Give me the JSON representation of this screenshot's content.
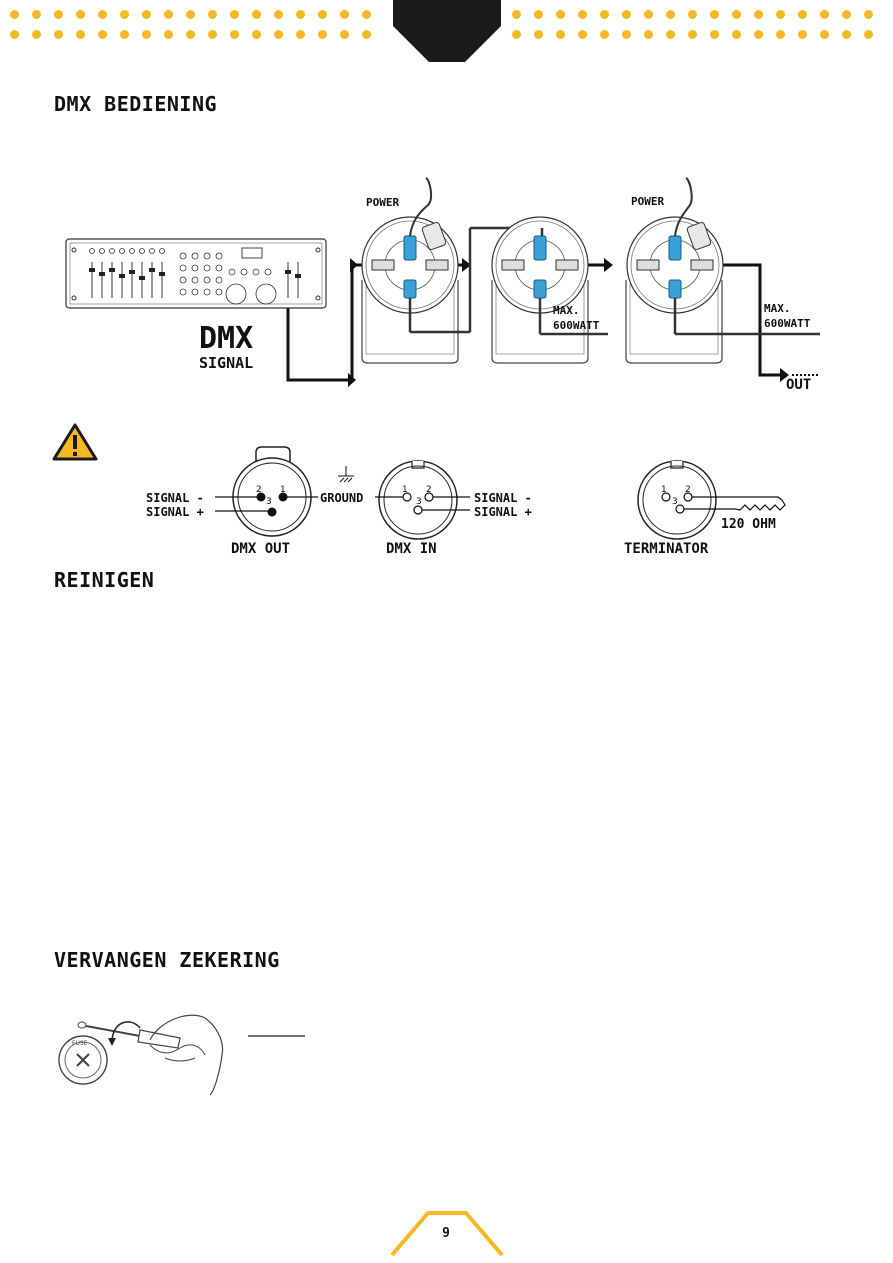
{
  "sections": {
    "dmx_title": "DMX BEDIENING",
    "cleaning_title": "REINIGEN",
    "fuse_title": "VERVANGEN ZEKERING"
  },
  "dmx_diagram": {
    "dmx_big": "DMX",
    "signal": "SIGNAL",
    "power_1": "POWER",
    "power_2": "POWER",
    "max_1": "MAX.",
    "watt_1": "600WATT",
    "max_2": "MAX.",
    "watt_2": "600WATT",
    "out": "OUT"
  },
  "pinout": {
    "signal_minus_left": "SIGNAL -",
    "signal_plus_left": "SIGNAL +",
    "ground": "GROUND",
    "signal_minus_right": "SIGNAL -",
    "signal_plus_right": "SIGNAL +",
    "dmx_out": "DMX OUT",
    "dmx_in": "DMX IN",
    "terminator": "TERMINATOR",
    "ohm": "120 OHM",
    "pin1": "1",
    "pin2": "2",
    "pin3": "3",
    "pin_t1": "1",
    "pin_t2": "2",
    "pin_t3": "3",
    "pin_o1": "1",
    "pin_o2": "2",
    "pin_o3": "3"
  },
  "fuse_icon_text": "FUSE",
  "page_number": "9",
  "colors": {
    "accent": "#f7b826",
    "dark": "#1a1a1a",
    "connector_blue": "#3aa0d8"
  }
}
